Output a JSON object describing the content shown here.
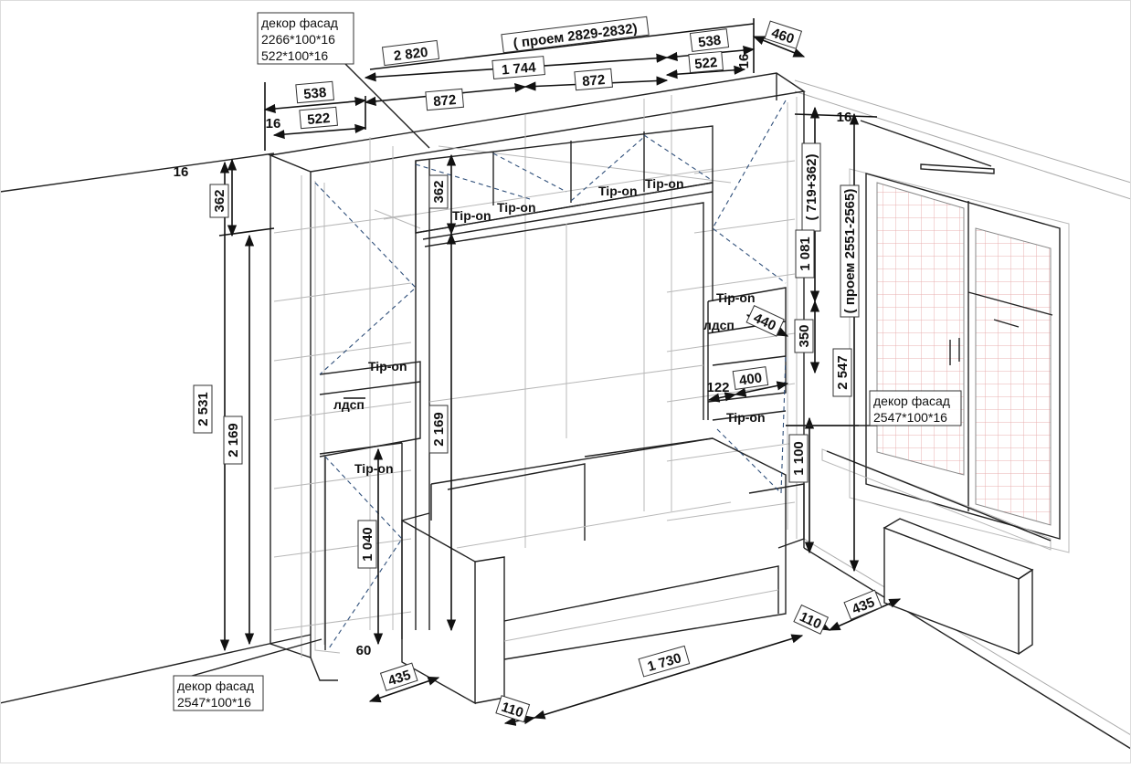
{
  "colors": {
    "line": "#222222",
    "ghost": "#b8b8b8",
    "dash": "#2f4f7a",
    "window_grid": "#e8b0b0",
    "background": "#ffffff"
  },
  "callouts": {
    "top": {
      "title": "декор фасад",
      "line1": "2266*100*16",
      "line2": "522*100*16"
    },
    "right": {
      "title": "декор фасад",
      "line1": "2547*100*16"
    },
    "bottom": {
      "title": "декор фасад",
      "line1": "2547*100*16"
    }
  },
  "labels": {
    "opening": "( проем 2829-2832)",
    "height_split": "( 719+362)",
    "room_height": "( проем 2551-2565)",
    "tipon": "Tip-on",
    "ldsp": "лдсп"
  },
  "dims": {
    "total_width": "2 820",
    "d538_top": "538",
    "d460": "460",
    "d1744": "1 744",
    "d522_top": "522",
    "d16_top": "16",
    "d538_left": "538",
    "d872_left": "872",
    "d872_right": "872",
    "d16_left": "16",
    "d522_left": "522",
    "d16_right": "16",
    "d16_corner": "16",
    "d362_left": "362",
    "d2531": "2 531",
    "d2169_left": "2 169",
    "d362_mid": "362",
    "d1081": "1 081",
    "d350": "350",
    "d440": "440",
    "d2547": "2 547",
    "d122": "122",
    "d400": "400",
    "d2169_mid": "2 169",
    "d1100": "1 100",
    "d1040": "1 040",
    "d60": "60",
    "d435_left": "435",
    "d110_bottom": "110",
    "d1730": "1 730",
    "d110_right": "110",
    "d435_right": "435"
  }
}
